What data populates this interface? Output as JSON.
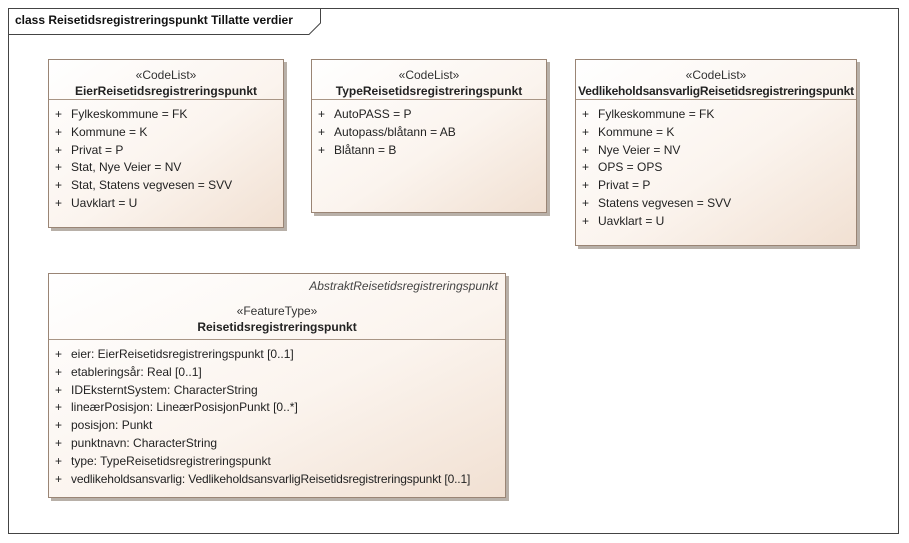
{
  "frame": {
    "title": "class Reisetidsregistreringspunkt Tillatte verdier"
  },
  "classes": [
    {
      "stereotype": "«CodeList»",
      "name": "EierReisetidsregistreringspunkt",
      "attributes": [
        {
          "vis": "+",
          "text": "Fylkeskommune = FK"
        },
        {
          "vis": "+",
          "text": "Kommune = K"
        },
        {
          "vis": "+",
          "text": "Privat = P"
        },
        {
          "vis": "+",
          "text": "Stat, Nye Veier = NV"
        },
        {
          "vis": "+",
          "text": "Stat, Statens vegvesen = SVV"
        },
        {
          "vis": "+",
          "text": "Uavklart = U"
        }
      ]
    },
    {
      "stereotype": "«CodeList»",
      "name": "TypeReisetidsregistreringspunkt",
      "attributes": [
        {
          "vis": "+",
          "text": "AutoPASS = P"
        },
        {
          "vis": "+",
          "text": "Autopass/blåtann = AB"
        },
        {
          "vis": "+",
          "text": "Blåtann = B"
        }
      ]
    },
    {
      "stereotype": "«CodeList»",
      "name": "VedlikeholdsansvarligReisetidsregistreringspunkt",
      "attributes": [
        {
          "vis": "+",
          "text": "Fylkeskommune = FK"
        },
        {
          "vis": "+",
          "text": "Kommune = K"
        },
        {
          "vis": "+",
          "text": "Nye Veier = NV"
        },
        {
          "vis": "+",
          "text": "OPS = OPS"
        },
        {
          "vis": "+",
          "text": "Privat = P"
        },
        {
          "vis": "+",
          "text": "Statens vegvesen = SVV"
        },
        {
          "vis": "+",
          "text": "Uavklart = U"
        }
      ]
    },
    {
      "abstract": "AbstraktReisetidsregistreringspunkt",
      "stereotype": "«FeatureType»",
      "name": "Reisetidsregistreringspunkt",
      "attributes": [
        {
          "vis": "+",
          "text": "eier: EierReisetidsregistreringspunkt [0..1]"
        },
        {
          "vis": "+",
          "text": "etableringsår: Real [0..1]"
        },
        {
          "vis": "+",
          "text": "IDEksterntSystem: CharacterString"
        },
        {
          "vis": "+",
          "text": "lineærPosisjon: LineærPosisjonPunkt [0..*]"
        },
        {
          "vis": "+",
          "text": "posisjon: Punkt"
        },
        {
          "vis": "+",
          "text": "punktnavn: CharacterString"
        },
        {
          "vis": "+",
          "text": "type: TypeReisetidsregistreringspunkt"
        },
        {
          "vis": "+",
          "text": "vedlikeholdsansvarlig: VedlikeholdsansvarligReisetidsregistreringspunkt [0..1]"
        }
      ]
    }
  ]
}
